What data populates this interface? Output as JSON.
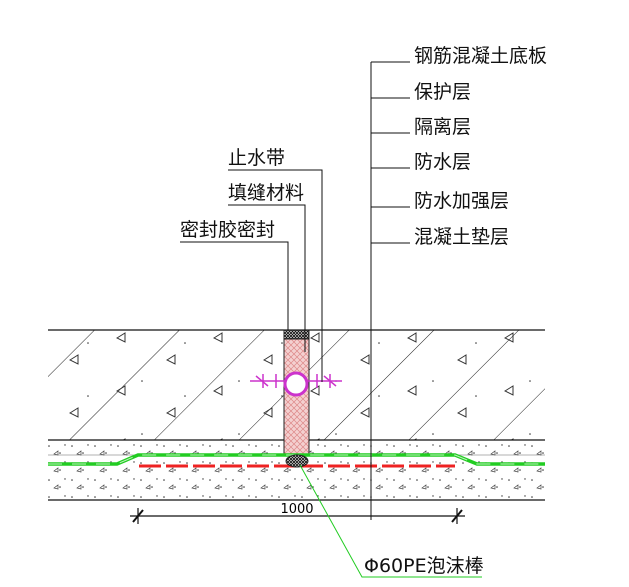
{
  "right_labels": [
    "钢筋混凝土底板",
    "保护层",
    "隔离层",
    "防水层",
    "防水加强层",
    "混凝土垫层"
  ],
  "left_labels": [
    "止水带",
    "填缝材料",
    "密封胶密封"
  ],
  "dimension": "1000",
  "foam_rod_label": "Φ60PE泡沫棒",
  "colors": {
    "waterproof": "#22cc22",
    "reinforce": "#ee2222",
    "waterstop": "#cc33cc",
    "filler": "#e8b0b0"
  }
}
